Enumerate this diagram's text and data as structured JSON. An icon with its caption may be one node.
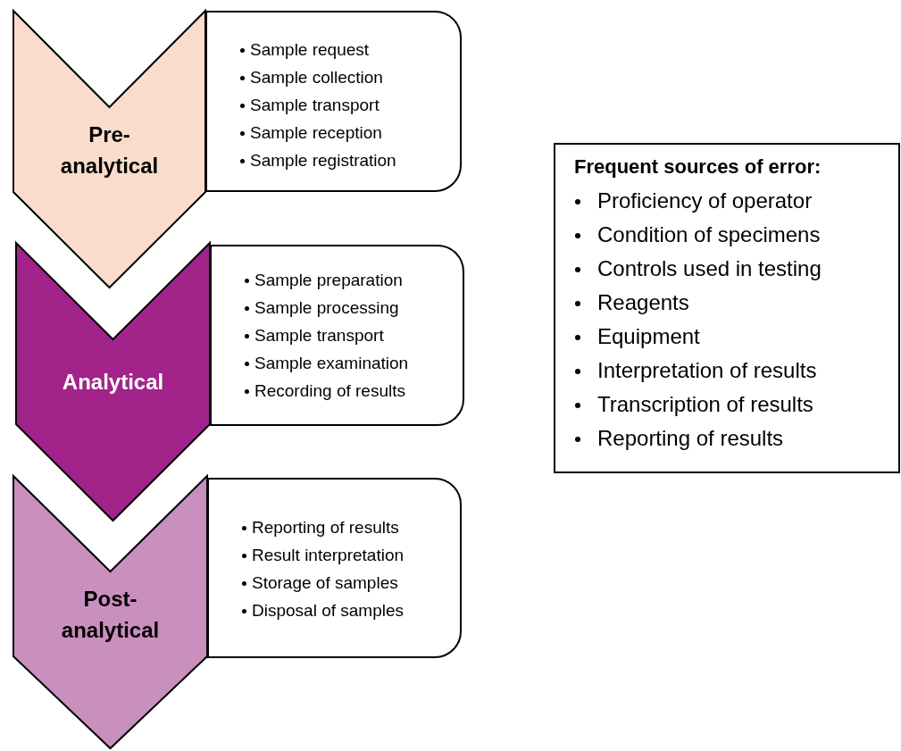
{
  "diagram": {
    "nodes": [
      {
        "text": [
          "Pre-analytical"
        ]
      },
      {
        "text": [
          "Sample request",
          "Sample collection",
          "Sample transport",
          "Sample reception",
          "Sample registration"
        ]
      },
      {
        "text": [
          "Analytical"
        ]
      },
      {
        "text": [
          "Sample preparation",
          "Sample processing",
          "Sample transport",
          "Sample examination",
          "Recording of results"
        ]
      },
      {
        "text": [
          "Post-analytical"
        ]
      },
      {
        "text": [
          "Reporting of results",
          "Result interpretation",
          "Storage of samples",
          "Disposal of samples"
        ]
      },
      {
        "text": [
          "Frequent sources of error:",
          "Proficiency of operator",
          "Condition of specimens",
          "Controls used in testing",
          "Reagents",
          "Equipment",
          "Interpretation of results",
          "Transcription of results",
          "Reporting of results"
        ]
      }
    ]
  }
}
